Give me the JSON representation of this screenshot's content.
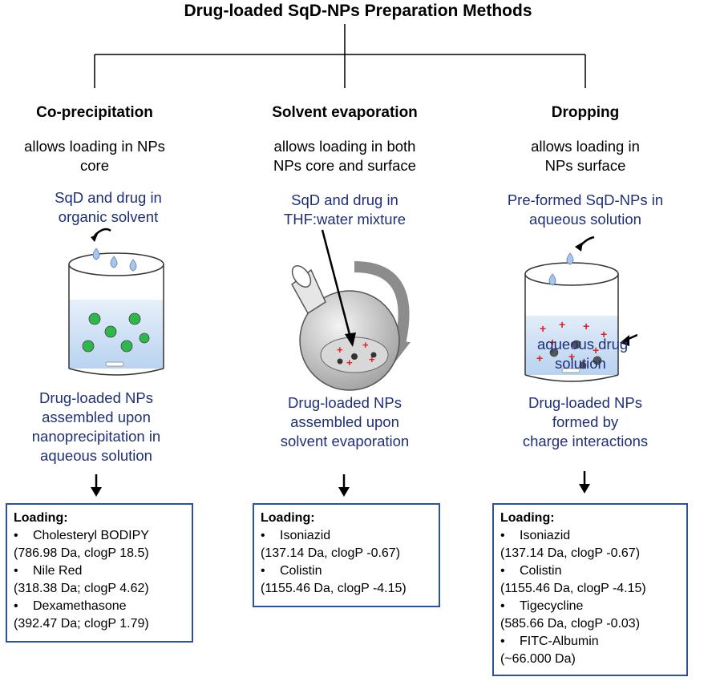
{
  "title": "Drug-loaded SqD-NPs Preparation Methods",
  "colors": {
    "text_blue": "#1f2f78",
    "box_border": "#2a52a0",
    "liquid": "#c8dcf2",
    "charge": "#e02020"
  },
  "columns": [
    {
      "heading": "Co-precipitation",
      "description": [
        "allows loading in NPs",
        "core"
      ],
      "input_label": [
        "SqD and drug in",
        "organic solvent"
      ],
      "result": [
        "Drug-loaded NPs",
        "assembled upon",
        "nanoprecipitation in",
        "aqueous solution"
      ],
      "loading_title": "Loading:",
      "loading": [
        {
          "name": "Cholesteryl BODIPY",
          "props": "(786.98 Da, clogP 18.5)"
        },
        {
          "name": "Nile Red",
          "props": "(318.38 Da; clogP 4.62)"
        },
        {
          "name": "Dexamethasone",
          "props": "(392.47 Da; clogP 1.79)"
        }
      ]
    },
    {
      "heading": "Solvent evaporation",
      "description": [
        "allows loading in both",
        "NPs core and surface"
      ],
      "input_label": [
        "SqD and drug in",
        "THF:water mixture"
      ],
      "result": [
        "Drug-loaded NPs",
        "assembled upon",
        "solvent evaporation"
      ],
      "loading_title": "Loading:",
      "loading": [
        {
          "name": "Isoniazid",
          "props": "(137.14 Da, clogP -0.67)"
        },
        {
          "name": "Colistin",
          "props": "(1155.46 Da, clogP -4.15)"
        }
      ]
    },
    {
      "heading": "Dropping",
      "description": [
        "allows loading in",
        "NPs surface"
      ],
      "input_label": [
        "Pre-formed SqD-NPs in",
        "aqueous solution"
      ],
      "side_label": [
        "aqueous drug",
        "solution"
      ],
      "result": [
        "Drug-loaded NPs",
        "formed by",
        "charge interactions"
      ],
      "loading_title": "Loading:",
      "loading": [
        {
          "name": "Isoniazid",
          "props": "(137.14 Da, clogP -0.67)"
        },
        {
          "name": "Colistin",
          "props": "(1155.46 Da, clogP -4.15)"
        },
        {
          "name": "Tigecycline",
          "props": "(585.66 Da, clogP -0.03)"
        },
        {
          "name": "FITC-Albumin",
          "props": "(~66.000 Da)"
        }
      ]
    }
  ]
}
